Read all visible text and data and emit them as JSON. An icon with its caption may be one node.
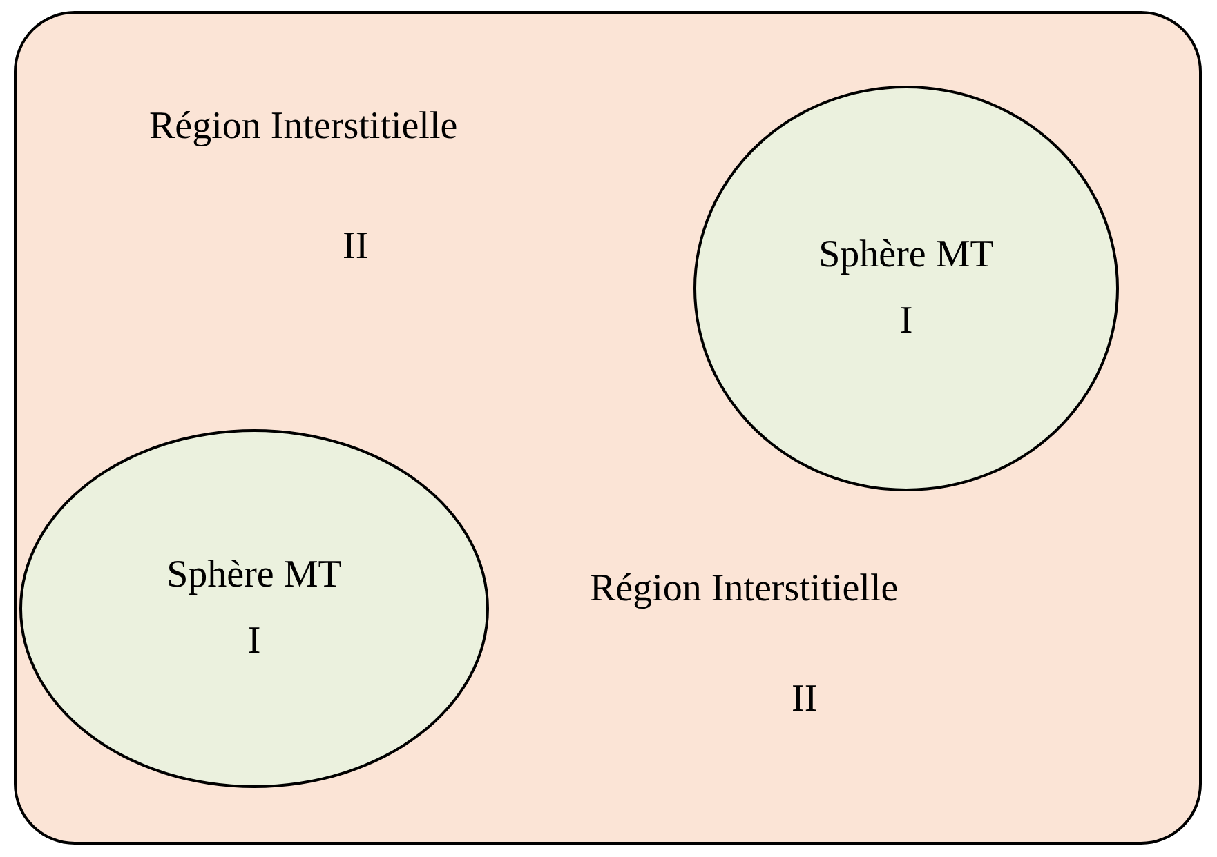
{
  "diagram": {
    "nodes": [
      {
        "text": [],
        "shape": "box"
      },
      {
        "text": [
          "Sphère MT",
          "I"
        ],
        "in": 0
      },
      {
        "text": [
          "Sphère MT",
          "I"
        ],
        "in": 0
      }
    ],
    "labels": [
      "Région Interstitielle",
      "II",
      "Région Interstitielle",
      "II"
    ]
  }
}
